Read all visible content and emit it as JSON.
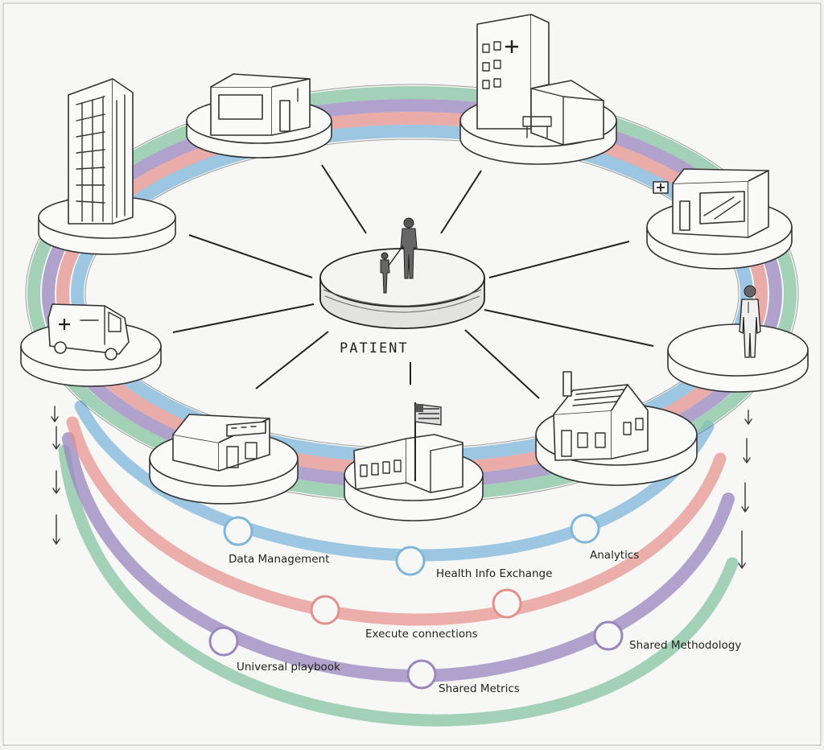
{
  "center": {
    "label": "PATIENT"
  },
  "band_colors": {
    "blue": "#7eb6d9",
    "red": "#e58f8a",
    "purple": "#9a86bf",
    "green": "#86c4a3"
  },
  "nodes": [
    {
      "id": "office-building",
      "icon": "office-tower-icon"
    },
    {
      "id": "clinic",
      "icon": "small-clinic-icon"
    },
    {
      "id": "hospital",
      "icon": "hospital-icon"
    },
    {
      "id": "pharmacy",
      "icon": "pharmacy-building-icon"
    },
    {
      "id": "physician",
      "icon": "doctor-icon"
    },
    {
      "id": "home",
      "icon": "house-icon"
    },
    {
      "id": "government",
      "icon": "flag-building-icon"
    },
    {
      "id": "retail-clinic",
      "icon": "storefront-icon"
    },
    {
      "id": "ambulance",
      "icon": "ambulance-icon"
    }
  ],
  "layer_labels": {
    "data_management": "Data Management",
    "health_info_exchange": "Health Info Exchange",
    "analytics": "Analytics",
    "execute_connections": "Execute connections",
    "universal_playbook": "Universal playbook",
    "shared_metrics": "Shared Metrics",
    "shared_methodology": "Shared Methodology"
  }
}
